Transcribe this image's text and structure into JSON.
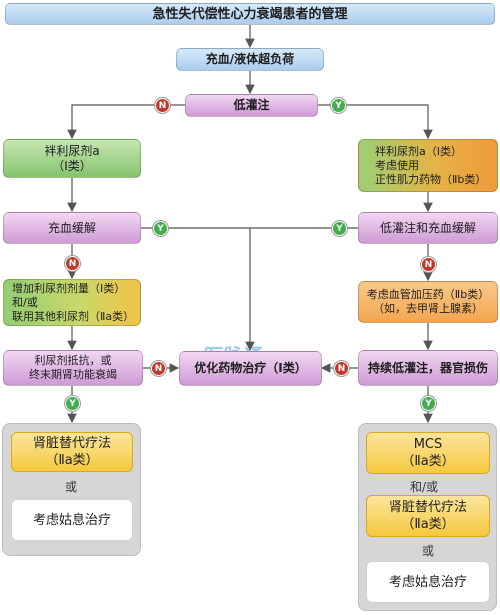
{
  "title": "急性失代偿性心力衰竭患者的管理",
  "nodes": {
    "congestion": "充血/液体超负荷",
    "hypoperfusion": "低灌注",
    "diuretic_1": "袢利尿剂a",
    "diuretic_2": "（Ⅰ类）",
    "congestion_relief": "充血缓解",
    "right_top_1": "袢利尿剂a（Ⅰ类）",
    "right_top_2": "考虑使用",
    "right_top_3": "正性肌力药物（Ⅱb类）",
    "hypo_congestion_relief": "低灌注和充血缓解",
    "increase_1": "增加利尿剂剂量（Ⅰ类）",
    "increase_2": "和/或",
    "increase_3": "联用其他利尿剂（Ⅱa类）",
    "vasopressor_1": "考虑血管加压药（Ⅱb类）",
    "vasopressor_2": "（如，去甲肾上腺素）",
    "resistance_1": "利尿剂抵抗，或",
    "resistance_2": "终末期肾功能衰竭",
    "optimize": "优化药物治疗（Ⅰ类）",
    "persistent": "持续低灌注，器官损伤",
    "left_rrt_1": "肾脏替代疗法",
    "left_rrt_2": "（Ⅱa类）",
    "left_or": "或",
    "left_palliative": "考虑姑息治疗",
    "mcs_1": "MCS",
    "mcs_2": "（Ⅱa类）",
    "right_andor": "和/或",
    "right_rrt_1": "肾脏替代疗法",
    "right_rrt_2": "（Ⅱa类）",
    "right_or": "或",
    "right_palliative": "考虑姑息治疗"
  },
  "labels": {
    "no": "N",
    "yes": "Y"
  },
  "watermark": "医脉通",
  "colors": {
    "blue": "#a9cdef",
    "purple": "#cf9ad6",
    "green": "#86c46d",
    "orange": "#f3a54e",
    "yellow": "#f5c93e",
    "no_badge": "#c0392b",
    "yes_badge": "#3fae4b"
  }
}
